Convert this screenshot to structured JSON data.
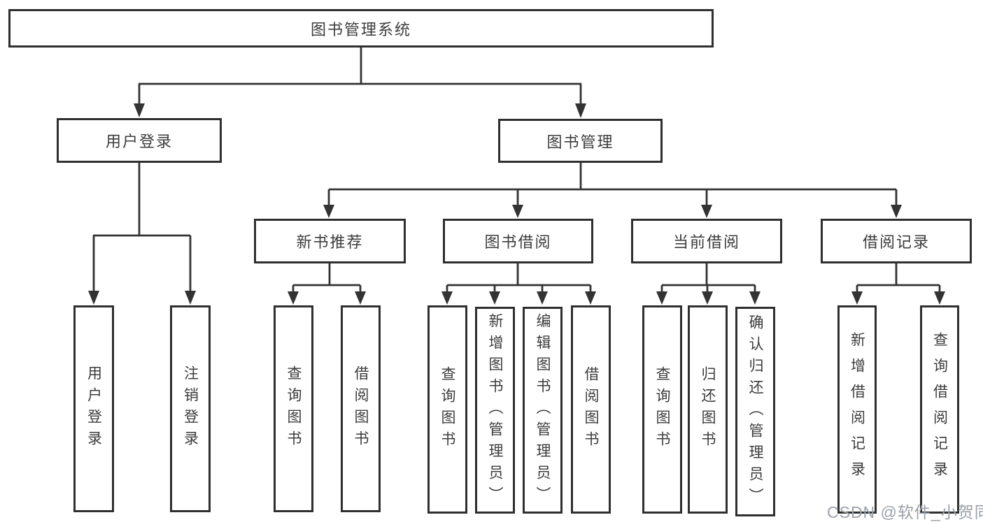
{
  "diagram_title": "图书管理系统",
  "tree": {
    "root": {
      "label": "图书管理系统"
    },
    "children": [
      {
        "label": "用户登录",
        "children": [
          {
            "label": "用户登录"
          },
          {
            "label": "注销登录"
          }
        ]
      },
      {
        "label": "图书管理",
        "children": [
          {
            "label": "新书推荐",
            "children": [
              {
                "label": "查询图书"
              },
              {
                "label": "借阅图书"
              }
            ]
          },
          {
            "label": "图书借阅",
            "children": [
              {
                "label": "查询图书"
              },
              {
                "label": "新增图书（管理员）"
              },
              {
                "label": "编辑图书（管理员）"
              },
              {
                "label": "借阅图书"
              }
            ]
          },
          {
            "label": "当前借阅",
            "children": [
              {
                "label": "查询图书"
              },
              {
                "label": "归还图书"
              },
              {
                "label": "确认归还（管理员）"
              }
            ]
          },
          {
            "label": "借阅记录",
            "children": [
              {
                "label": "新增借阅记录"
              },
              {
                "label": "查询借阅记录"
              }
            ]
          }
        ]
      }
    ]
  },
  "watermark": {
    "text": "CSDN @软件_小贺同学"
  },
  "colors": {
    "line": "#333333",
    "box_border": "#2f2f2f",
    "text": "#3c3c3c",
    "watermark": "#9aa1a9",
    "background": "#ffffff"
  }
}
